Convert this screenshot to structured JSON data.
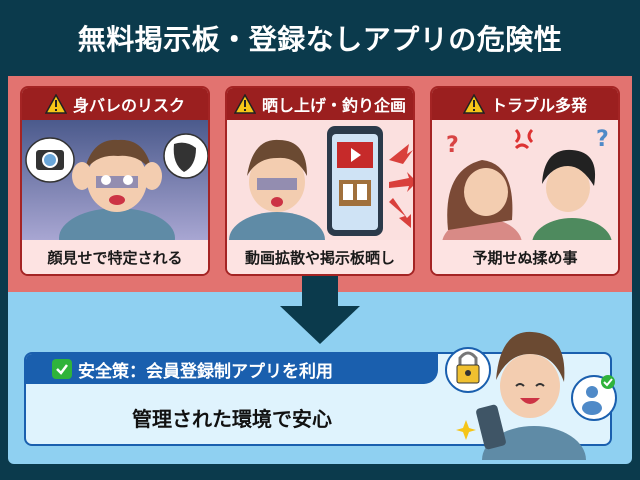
{
  "title": "無料掲示板・登録なしアプリの危険性",
  "colors": {
    "background": "#0b3a4c",
    "risk_area": "#e27370",
    "risk_header": "#9b1f1f",
    "card_bg": "#fbe0df",
    "safe_area": "#8fd0f1",
    "safe_header": "#1a5fae",
    "safe_panel": "#dff3fd",
    "check_green": "#2fb33b",
    "warning_yellow": "#f5c518"
  },
  "risks": [
    {
      "icon": "warning-icon",
      "heading": "身バレのリスク",
      "caption": "顔見せで特定される",
      "illustration": [
        "worried-boy",
        "camera-icon",
        "mask-icon"
      ]
    },
    {
      "icon": "warning-icon",
      "heading": "晒し上げ・釣り企画",
      "caption": "動画拡散や掲示板晒し",
      "illustration": [
        "shocked-boy",
        "smartphone",
        "video-play-icon",
        "bulletin-board-icon",
        "spread-arrows"
      ]
    },
    {
      "icon": "warning-icon",
      "heading": "トラブル多発",
      "caption": "予期せぬ揉め事",
      "illustration": [
        "arguing-girl",
        "arguing-boy",
        "anger-mark-icon",
        "question-mark-icons"
      ]
    }
  ],
  "transition_arrow": "down-arrow",
  "safe": {
    "icon": "check-icon",
    "heading": "安全策：会員登録制アプリを利用",
    "body": "管理された環境で安心",
    "illustration": [
      "smiling-boy-with-phone",
      "padlock-icon",
      "verified-user-icon",
      "sparkle-icon"
    ]
  }
}
